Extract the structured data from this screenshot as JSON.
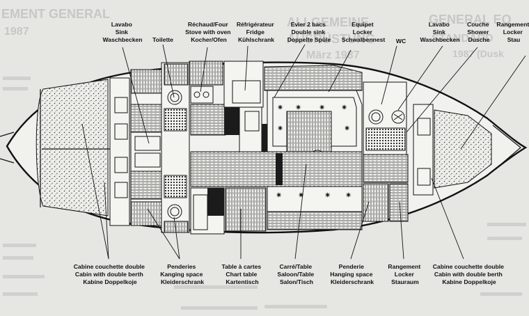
{
  "background": {
    "headings": [
      "EMENT GENERAL",
      "1987",
      "AUSRÜSTUNG",
      "ALLGEMEINE",
      "März 1987",
      "GENERAL EQ",
      "STANDARD",
      "1987 (Dusk"
    ]
  },
  "labels": {
    "lavabo_fwd": [
      "Lavabo",
      "Sink",
      "Waschbecken"
    ],
    "toilette": [
      "Toilette"
    ],
    "rechaud": [
      "Réchaud/Four",
      "Stove with oven",
      "Kocher/Ofen"
    ],
    "refrigerateur": [
      "Réfrigérateur",
      "Fridge",
      "Kühlschrank"
    ],
    "evier": [
      "Evier 2 bacs",
      "Double sink",
      "Doppelte Spüle"
    ],
    "equipet": [
      "Equipet",
      "Locker",
      "Schwalbennest"
    ],
    "wc": [
      "WC"
    ],
    "lavabo_aft": [
      "Lavabo",
      "Sink",
      "Waschbecken"
    ],
    "couche": [
      "Couche",
      "Shower",
      "Dusche"
    ],
    "rangement_top": [
      "Rangement",
      "Locker",
      "Stau"
    ],
    "cabine_left": [
      "Cabine couchette double",
      "Cabin with double berth",
      "Kabine Doppelkoje"
    ],
    "penderies": [
      "Penderies",
      "Kanging space",
      "Kleiderschrank"
    ],
    "table_cartes": [
      "Table à cartes",
      "Chart table",
      "Kartentisch"
    ],
    "carre": [
      "Carré/Table",
      "Saloon/Table",
      "Salon/Tisch"
    ],
    "penderie": [
      "Penderie",
      "Hanging space",
      "Kleiderschrank"
    ],
    "rangement_bottom": [
      "Rangement",
      "Locker",
      "Stauraum"
    ],
    "cabine_right": [
      "Cabine couchette double",
      "Cabin with double berth",
      "Kabine Doppelkoje"
    ]
  },
  "colors": {
    "paper": "#e6e7e3",
    "ink": "#111111",
    "hull_fill": "#f1f1ee",
    "ghost_text": "#c6c8c6"
  }
}
